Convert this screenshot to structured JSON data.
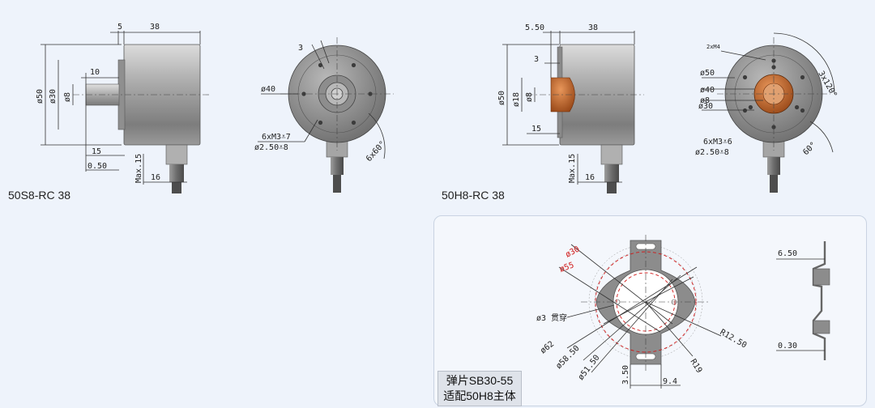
{
  "views": {
    "s8_side": {
      "title": "50S8-RC  38",
      "d_a": "5",
      "d_b": "38",
      "d_c": "10",
      "d_d": "ø50",
      "d_e": "ø30",
      "d_f": "ø8",
      "d_g": "15",
      "d_h": "0.50",
      "d_i": "Max.15",
      "d_j": "16"
    },
    "s8_front": {
      "d_a": "3",
      "d_b": "ø40",
      "d_c": "6xM3⩡7",
      "d_d": "ø2.50⩡8",
      "d_e": "6x60°"
    },
    "h8_side": {
      "title": "50H8-RC  38",
      "d_a": "5.50",
      "d_b": "38",
      "d_c": "3",
      "d_d": "ø50",
      "d_e": "ø18",
      "d_f": "ø8",
      "d_g": "15",
      "d_h": "Max.15",
      "d_i": "16"
    },
    "h8_front": {
      "d_a": "2xM4",
      "d_b": "3x120°",
      "d_c": "ø50",
      "d_d": "ø40",
      "d_e": "ø8",
      "d_f": "ø30",
      "d_g": "6xM3⩡6",
      "d_h": "ø2.50⩡8",
      "d_i": "60°"
    },
    "spring": {
      "caption_line1": "弹片SB30-55",
      "caption_line2": "适配50H8主体",
      "d_a": "ø30",
      "d_b": "ø55",
      "d_c": "ø3 贯穿",
      "d_d": "ø62",
      "d_e": "ø58.50",
      "d_f": "ø51.50",
      "d_g": "3.50",
      "d_h": "9.4",
      "d_i": "R19",
      "d_j": "R12.50",
      "d_k": "6.50",
      "d_l": "0.30"
    }
  },
  "colors": {
    "background": "#eef3fb",
    "red_dimension": "#d01818",
    "copper": "#c8661f"
  }
}
